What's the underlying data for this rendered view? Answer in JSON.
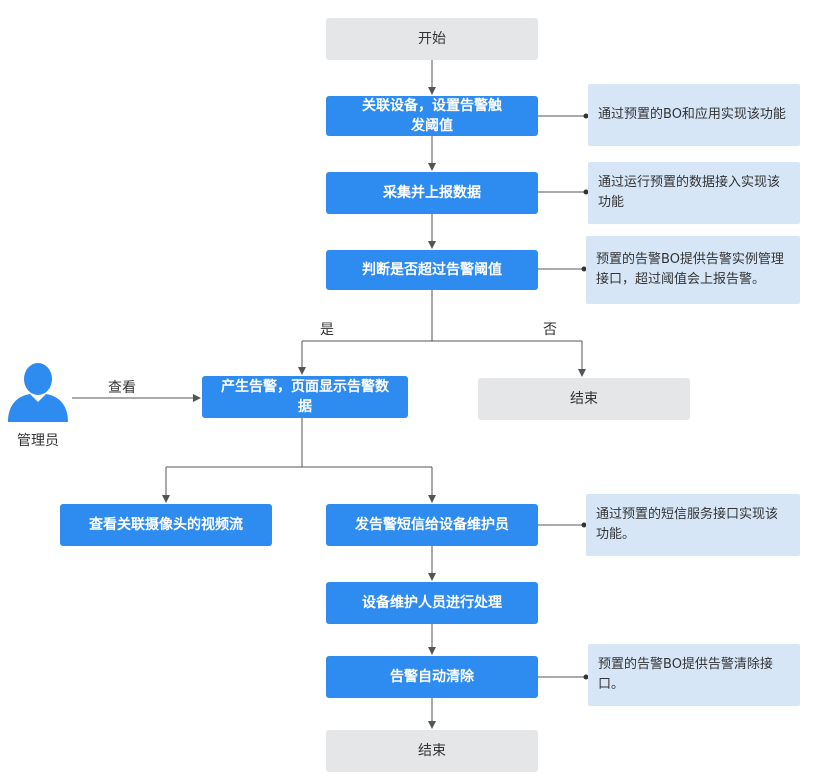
{
  "colors": {
    "process": "#2e8bf0",
    "terminal": "#e5e6e8",
    "note": "#d6e6f7",
    "line": "#555555"
  },
  "nodes": {
    "start": "开始",
    "associate_device": "关联设备，设置告警触发阈值",
    "collect_report": "采集并上报数据",
    "judge_threshold": "判断是否超过告警阈值",
    "generate_alarm": "产生告警，页面显示告警数据",
    "end_no": "结束",
    "view_camera": "查看关联摄像头的视频流",
    "send_sms": "发告警短信给设备维护员",
    "maintainer_process": "设备维护人员进行处理",
    "auto_clear": "告警自动清除",
    "end_final": "结束"
  },
  "notes": {
    "note1": "通过预置的BO和应用实现该功能",
    "note2": "通过运行预置的数据接入实现该功能",
    "note3": "预置的告警BO提供告警实例管理接口，超过阈值会上报告警。",
    "note4": "通过预置的短信服务接口实现该功能。",
    "note5": "预置的告警BO提供告警清除接口。"
  },
  "labels": {
    "yes": "是",
    "no": "否",
    "view": "查看",
    "admin": "管理员"
  },
  "icons": {
    "actor": "person-icon"
  }
}
